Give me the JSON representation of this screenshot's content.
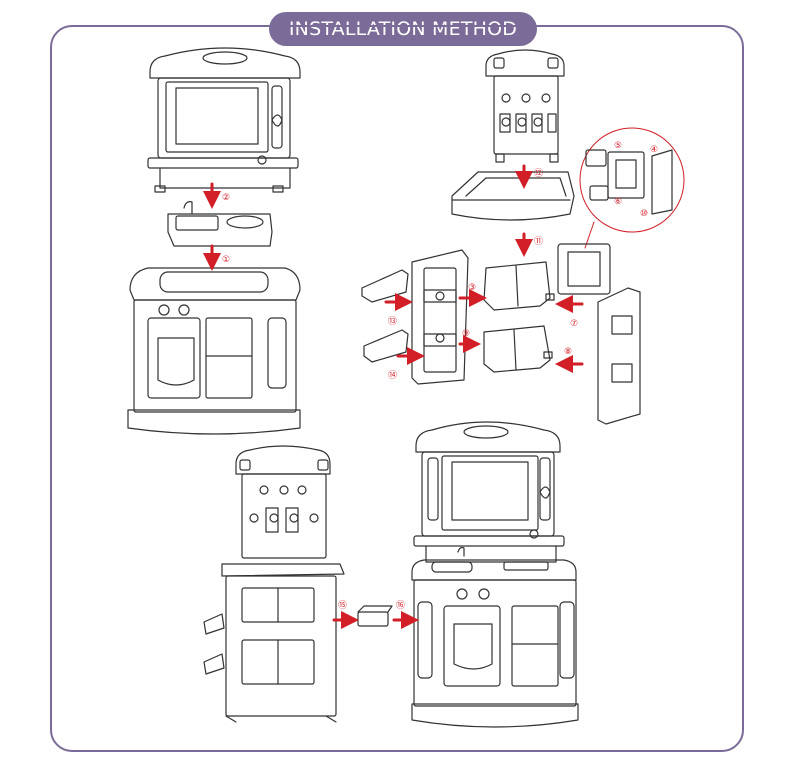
{
  "title": "INSTALLATION METHOD",
  "colors": {
    "frame": "#7b6b98",
    "title_bg": "#7b6b98",
    "title_text": "#ffffff",
    "arrow": "#d21e26",
    "line": "#333333"
  },
  "step_labels": [
    "②",
    "①",
    "⑫",
    "⑪",
    "⑤",
    "④",
    "⑥",
    "⑩",
    "③",
    "⑨",
    "⑦",
    "⑧",
    "⑬",
    "⑭",
    "⑮",
    "⑯"
  ],
  "icons": [
    "down-arrow-icon",
    "right-arrow-icon",
    "left-arrow-icon",
    "zoom-circle-icon"
  ]
}
